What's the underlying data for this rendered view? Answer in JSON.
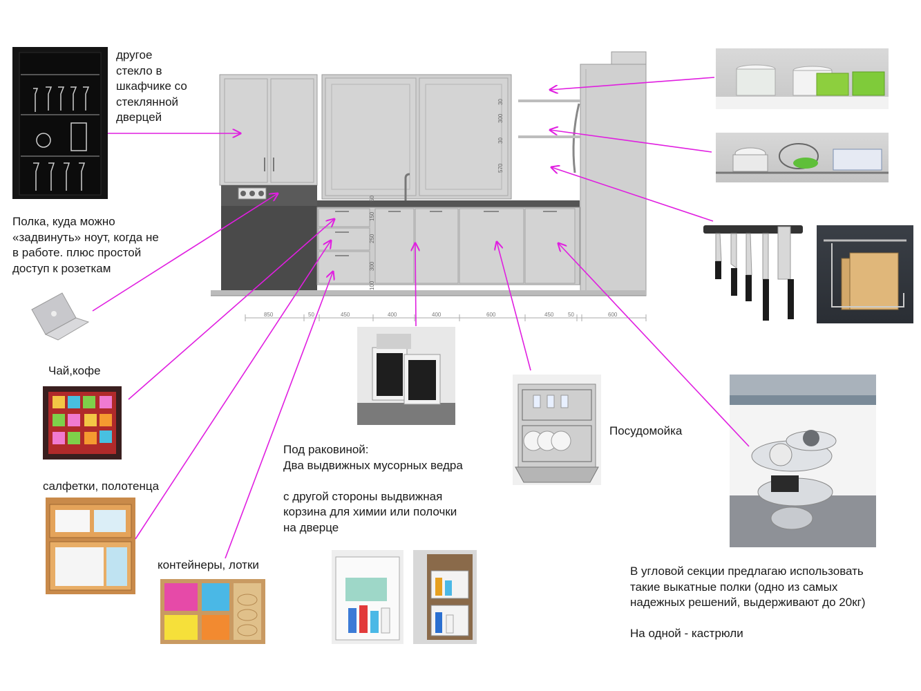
{
  "notes": {
    "glass_cabinet": "другое\nстекло в\nшкафчике со\nстеклянной\nдверцей",
    "laptop_shelf": "Полка, куда можно\n«задвинуть» ноут, когда не\nв работе. плюс простой\nдоступ к розеткам",
    "tea_coffee": "Чай,кофе",
    "napkins": "салфетки, полотенца",
    "containers": "контейнеры, лотки",
    "under_sink": "Под раковиной:\nДва выдвижных мусорных ведра\n\nс другой стороны выдвижная\nкорзина для химии или полочки\nна дверце",
    "dishwasher": "Посудомойка",
    "corner": "В угловой секции предлагаю использовать\nтакие выкатные полки (одно из самых\nнадежных решений, выдерживают до 20кг)\n\nНа одной - кастрюли"
  },
  "dimensions": {
    "bottom": [
      "850",
      "50",
      "450",
      "400",
      "400",
      "600",
      "450",
      "50",
      "600"
    ],
    "vertical_upper": [
      "30",
      "300",
      "30",
      "570"
    ],
    "vertical_lower": [
      "50",
      "150",
      "250",
      "300",
      "100"
    ]
  },
  "colors": {
    "arrow": "#e01ee0",
    "cabinet": "#cfcfcf",
    "outline": "#9a9a9a",
    "dark": "#4a4a4a"
  }
}
